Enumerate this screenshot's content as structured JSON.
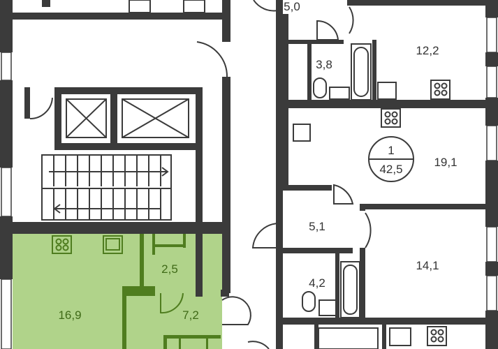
{
  "plan": {
    "highlighted_apartment": {
      "color": "#b0d38a",
      "wall_color": "#4f7d1f",
      "rooms": [
        {
          "id": "living-kitchen",
          "area": "16,9"
        },
        {
          "id": "storage",
          "area": "2,5"
        },
        {
          "id": "hall",
          "area": "7,2"
        }
      ]
    },
    "apartment_1": {
      "rooms_count": "1",
      "total_area": "42,5",
      "rooms": [
        {
          "id": "hall-top",
          "area": "5,0"
        },
        {
          "id": "bathroom-top",
          "area": "3,8"
        },
        {
          "id": "kitchen-top",
          "area": "12,2"
        },
        {
          "id": "room",
          "area": "19,1"
        },
        {
          "id": "hall-bottom",
          "area": "5,1"
        },
        {
          "id": "bathroom-bottom",
          "area": "4,2"
        },
        {
          "id": "room-bottom",
          "area": "14,1"
        }
      ]
    },
    "wall_color": "#3b3b3b"
  }
}
